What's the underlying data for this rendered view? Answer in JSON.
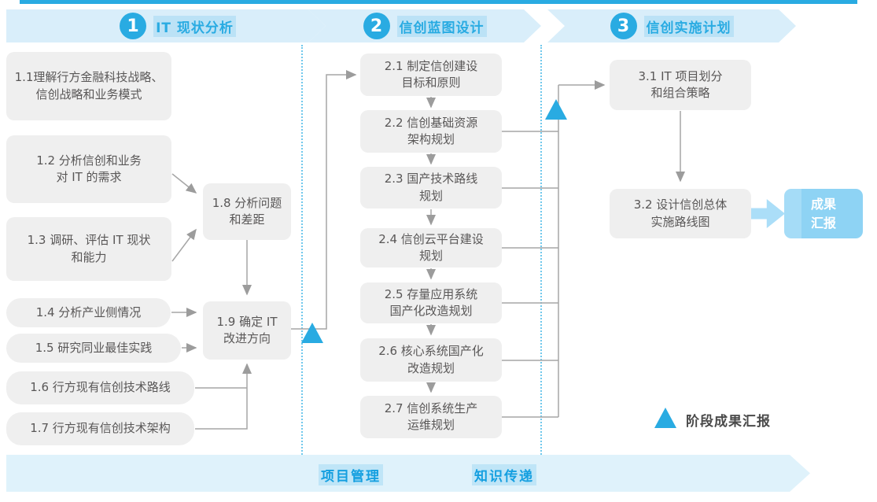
{
  "colors": {
    "accent_blue": "#29ABE2",
    "band_fill": "#D9EEFA",
    "footer_band_fill": "#DFF2FB",
    "box_fill": "#EFEFEF",
    "box_text": "#595757",
    "connector_gray": "#A0A0A0",
    "report_box_fill": "#8ED3F4",
    "report_arrow_fill": "#ABDEF8"
  },
  "phases": [
    {
      "num": "1",
      "title": "IT 现状分析",
      "boxes": [
        {
          "id": "1.1",
          "text": "1.1理解行方金融科技战略、\n信创战略和业务模式"
        },
        {
          "id": "1.2",
          "text": "1.2 分析信创和业务\n对 IT 的需求"
        },
        {
          "id": "1.3",
          "text": "1.3 调研、评估 IT 现状\n和能力"
        },
        {
          "id": "1.4",
          "text": "1.4 分析产业侧情况"
        },
        {
          "id": "1.5",
          "text": "1.5 研究同业最佳实践"
        },
        {
          "id": "1.6",
          "text": "1.6 行方现有信创技术路线"
        },
        {
          "id": "1.7",
          "text": "1.7 行方现有信创技术架构"
        },
        {
          "id": "1.8",
          "text": "1.8 分析问题\n和差距"
        },
        {
          "id": "1.9",
          "text": "1.9 确定 IT\n改进方向"
        }
      ]
    },
    {
      "num": "2",
      "title": "信创蓝图设计",
      "boxes": [
        {
          "id": "2.1",
          "text": "2.1 制定信创建设\n目标和原则"
        },
        {
          "id": "2.2",
          "text": "2.2 信创基础资源\n架构规划"
        },
        {
          "id": "2.3",
          "text": "2.3 国产技术路线\n规划"
        },
        {
          "id": "2.4",
          "text": "2.4 信创云平台建设\n规划"
        },
        {
          "id": "2.5",
          "text": "2.5 存量应用系统\n国产化改造规划"
        },
        {
          "id": "2.6",
          "text": "2.6 核心系统国产化\n改造规划"
        },
        {
          "id": "2.7",
          "text": "2.7 信创系统生产\n运维规划"
        }
      ]
    },
    {
      "num": "3",
      "title": "信创实施计划",
      "boxes": [
        {
          "id": "3.1",
          "text": "3.1 IT 项目划分\n和组合策略"
        },
        {
          "id": "3.2",
          "text": "3.2 设计信创总体\n实施路线图"
        }
      ]
    }
  ],
  "report_box": {
    "text": "成果\n汇报"
  },
  "legend": {
    "label": "阶段成果汇报"
  },
  "footer": {
    "items": [
      "项目管理",
      "知识传递"
    ]
  }
}
